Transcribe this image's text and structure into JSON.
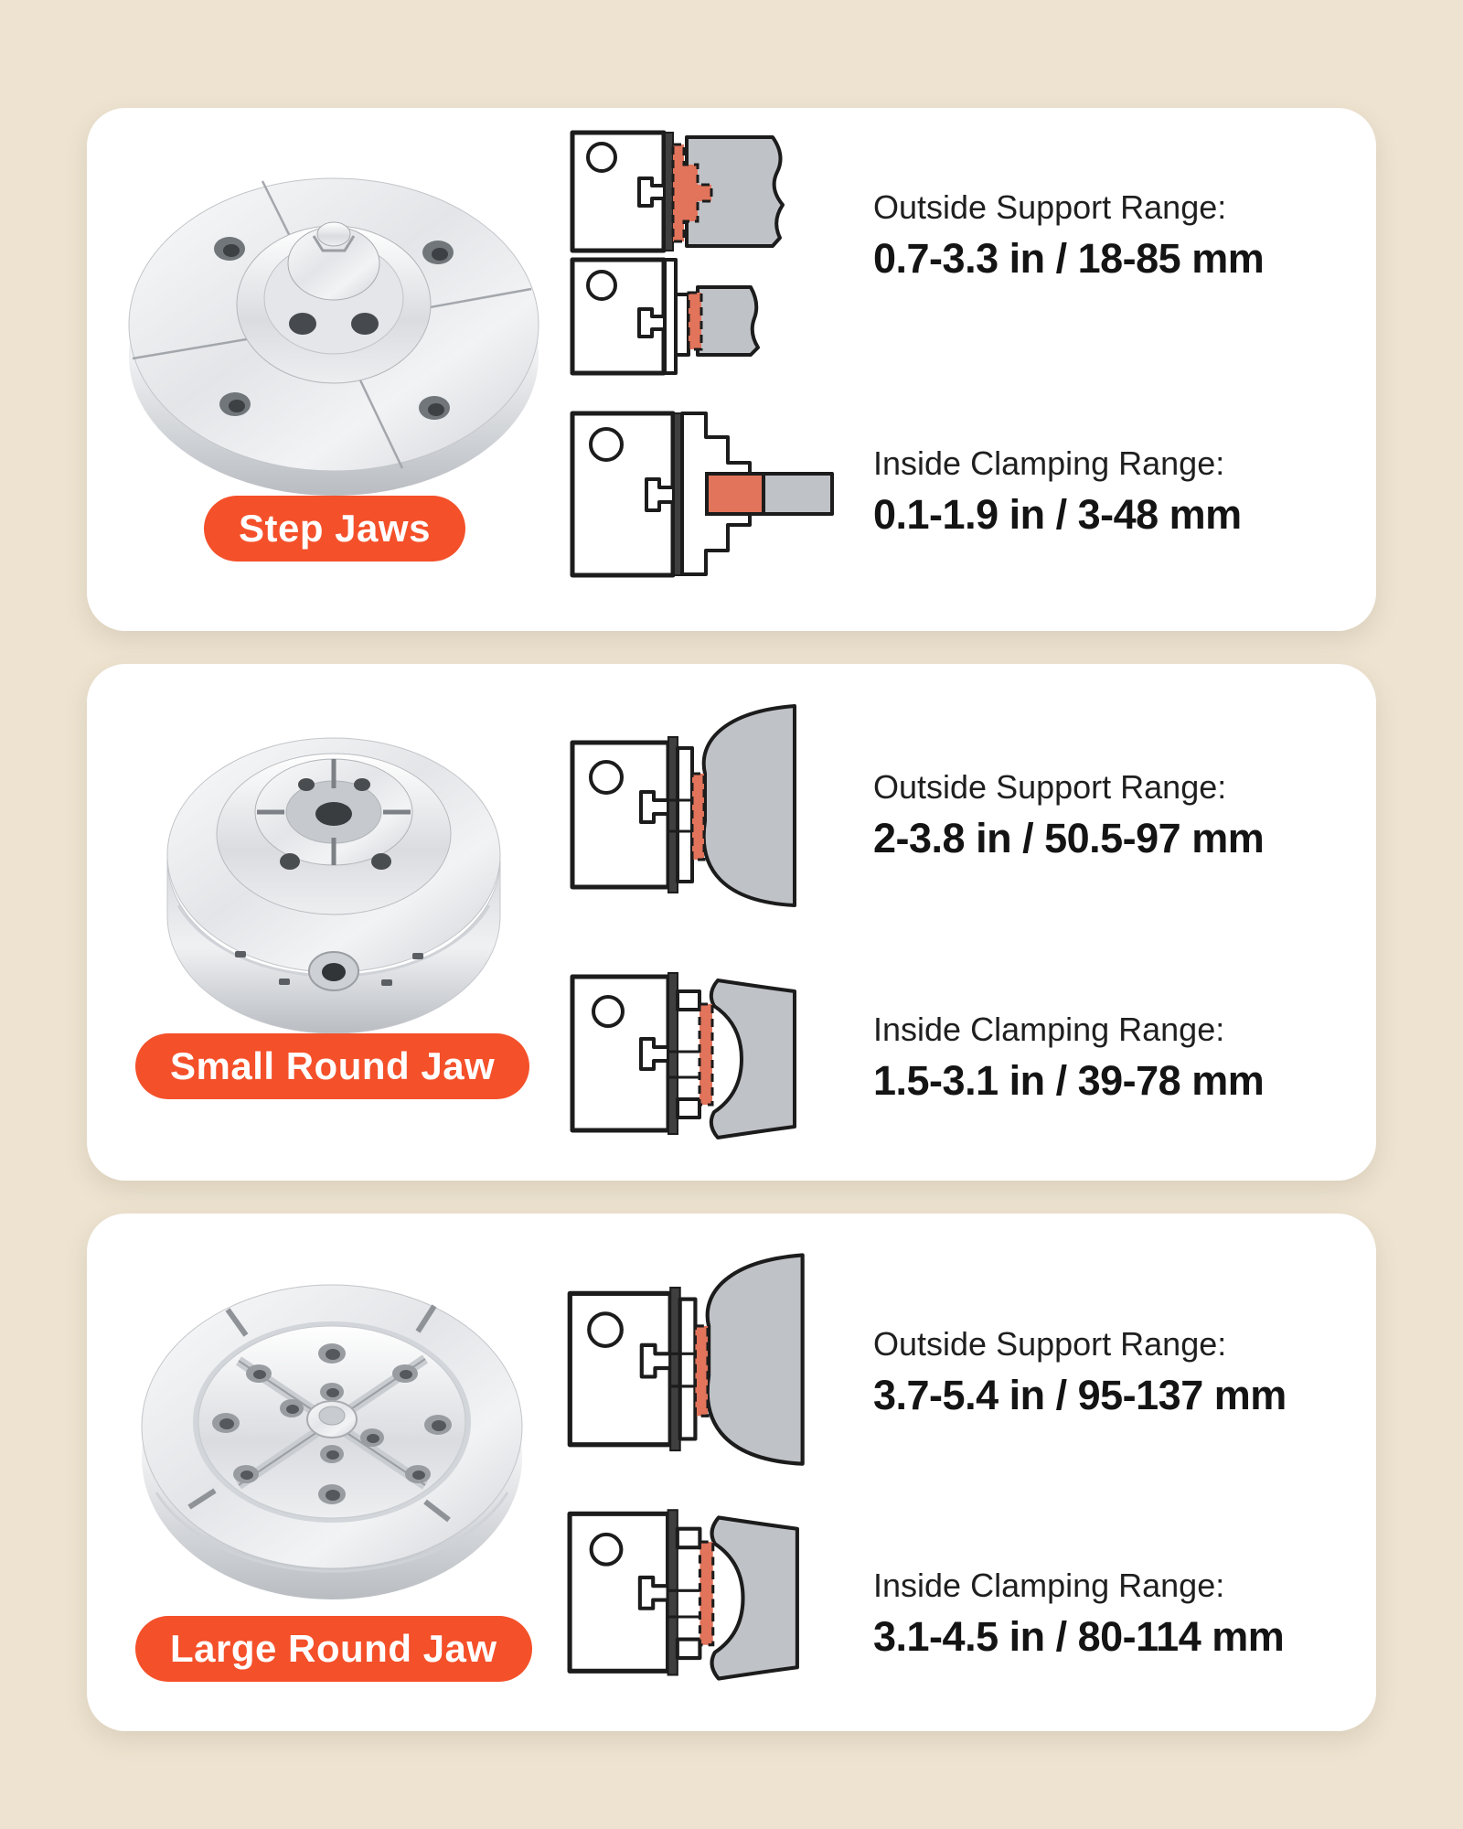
{
  "page": {
    "background": "#EDE3D0",
    "card_background": "#FFFFFF",
    "accent_orange": "#F4502A",
    "diagram_jaw_orange": "#E1745B",
    "workpiece_gray": "#BFC3C8",
    "line_color": "#1C1C1C",
    "text_color": "#141414"
  },
  "cards": [
    {
      "badge": "Step Jaws",
      "photo_alt": "step-jaws-chuck-photo",
      "specs": [
        {
          "label": "Outside Support Range:",
          "value": "0.7-3.3 in / 18-85 mm"
        },
        {
          "label": "Inside Clamping Range:",
          "value": "0.1-1.9 in / 3-48 mm"
        }
      ]
    },
    {
      "badge": "Small Round Jaw",
      "photo_alt": "small-round-jaw-chuck-photo",
      "specs": [
        {
          "label": "Outside Support Range:",
          "value": "2-3.8 in / 50.5-97 mm"
        },
        {
          "label": "Inside Clamping Range:",
          "value": "1.5-3.1 in / 39-78 mm"
        }
      ]
    },
    {
      "badge": "Large Round Jaw",
      "photo_alt": "large-round-jaw-chuck-photo",
      "specs": [
        {
          "label": "Outside Support Range:",
          "value": "3.7-5.4 in / 95-137 mm"
        },
        {
          "label": "Inside Clamping Range:",
          "value": "3.1-4.5 in / 80-114 mm"
        }
      ]
    }
  ]
}
